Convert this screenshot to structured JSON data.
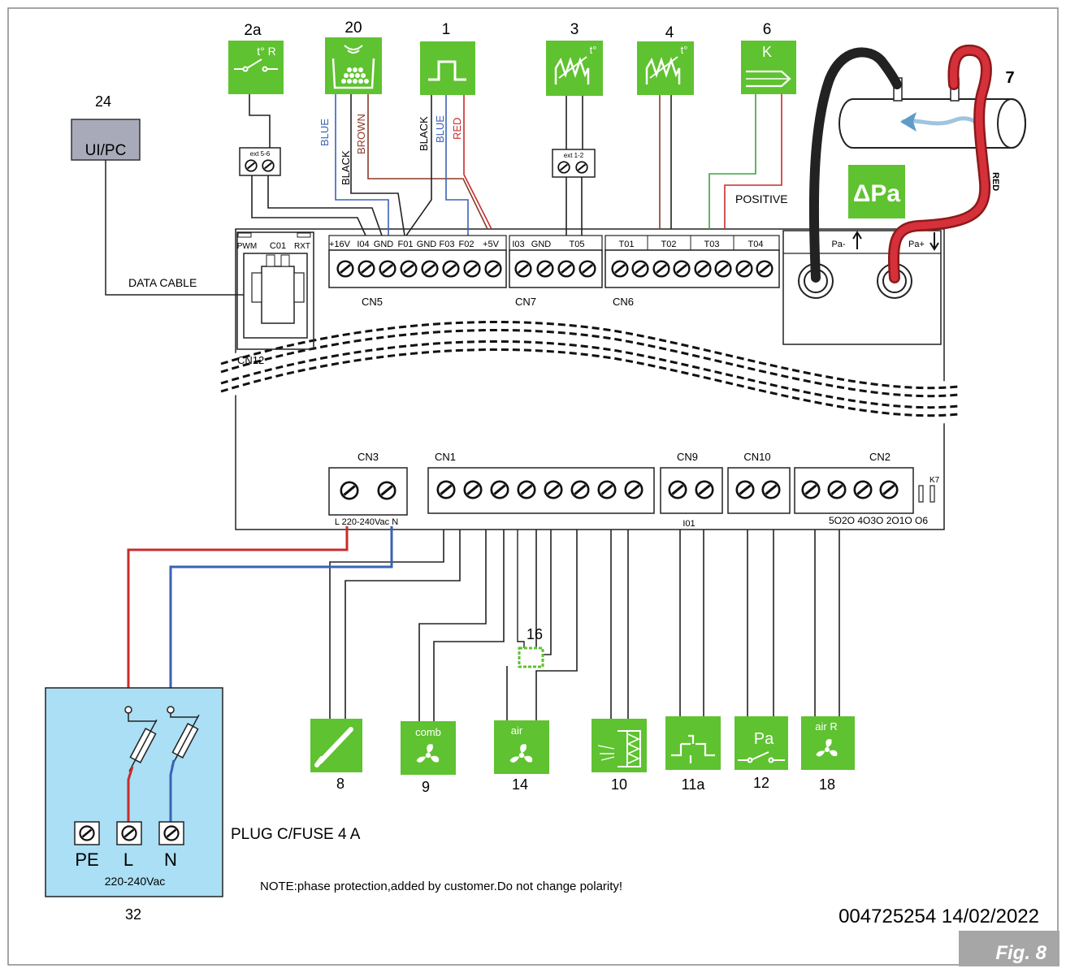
{
  "devices_top": [
    {
      "number": "2a",
      "glyph": "t° R",
      "icon": "thermostat-switch-icon"
    },
    {
      "number": "20",
      "glyph": "",
      "icon": "pellet-level-sensor-icon"
    },
    {
      "number": "1",
      "glyph": "",
      "icon": "pulse-encoder-icon"
    },
    {
      "number": "3",
      "glyph": "t°",
      "icon": "temperature-probe-icon"
    },
    {
      "number": "4",
      "glyph": "t°",
      "icon": "temperature-probe-icon"
    },
    {
      "number": "6",
      "glyph": "K",
      "icon": "thermocouple-icon"
    }
  ],
  "device_7": {
    "number": "7",
    "tube_label": "RED"
  },
  "delta_pa": "ΔPa",
  "ui_pc": {
    "number": "24",
    "label": "UI/PC"
  },
  "data_cable": "DATA CABLE",
  "wire_labels": [
    "BLUE",
    "BLACK",
    "BROWN",
    "BLACK",
    "BLUE",
    "RED"
  ],
  "ext_labels": [
    "ext 5-6",
    "ext 1-2"
  ],
  "positive": "POSITIVE",
  "cn12": {
    "tags": [
      "PWM",
      "C01",
      "RXT"
    ],
    "name": "CN12"
  },
  "cn5": {
    "pins": [
      "+16V",
      "I04",
      "GND",
      "F01",
      "GND",
      "F03",
      "F02",
      "+5V"
    ],
    "name": "CN5"
  },
  "cn7": {
    "pins": [
      "I03",
      "GND",
      "T05"
    ],
    "name": "CN7"
  },
  "cn6": {
    "pins": [
      "T01",
      "T02",
      "T03",
      "T04"
    ],
    "name": "CN6"
  },
  "pressure": {
    "minus": "Pa-",
    "plus": "Pa+"
  },
  "cn3": {
    "name": "CN3",
    "pins": "L 220-240Vac N"
  },
  "cn1": {
    "name": "CN1"
  },
  "cn9": {
    "name": "CN9",
    "pin": "I01"
  },
  "cn10": {
    "name": "CN10"
  },
  "cn2": {
    "name": "CN2",
    "pins": "5O2O 4O3O 2O1O O6"
  },
  "k7": "K7",
  "devices_bottom": [
    {
      "number": "8",
      "label": "",
      "icon": "igniter-icon"
    },
    {
      "number": "9",
      "label": "comb",
      "icon": "combustion-fan-icon"
    },
    {
      "number": "14",
      "label": "air",
      "icon": "air-fan-icon"
    },
    {
      "number": "10",
      "label": "",
      "icon": "auger-motor-icon"
    },
    {
      "number": "11a",
      "label": "",
      "icon": "safety-thermostat-icon"
    },
    {
      "number": "12",
      "label": "Pa",
      "icon": "pressure-switch-icon"
    },
    {
      "number": "18",
      "label": "air R",
      "icon": "room-air-fan-icon"
    }
  ],
  "device_16": "16",
  "plug": {
    "number": "32",
    "terminals": [
      "PE",
      "L",
      "N"
    ],
    "voltage": "220-240Vac",
    "label": "PLUG C/FUSE 4 A"
  },
  "note": "NOTE:phase protection,added by customer.Do not change polarity!",
  "doc_code": "004725254 14/02/2022",
  "fig": "Fig. 8",
  "colors": {
    "green": "#5fc230",
    "plug_fill": "#aadff5",
    "red_wire": "#c82c2c",
    "blue_wire": "#3a62b5",
    "brown_wire": "#8b3a2a",
    "green_wire": "#3ca33c",
    "fig_bg": "#a6a6a6",
    "ui_box": "#a9aab9"
  }
}
